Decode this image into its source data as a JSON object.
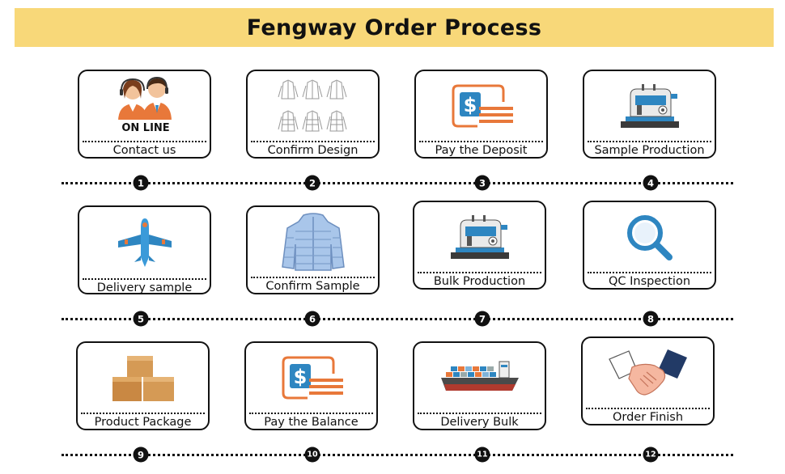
{
  "title": "Fengway Order Process",
  "steps": [
    {
      "number": "1",
      "label": "Contact us",
      "icon": "customer-service-icon",
      "icon_text": "ON LINE"
    },
    {
      "number": "2",
      "label": "Confirm Design",
      "icon": "jacket-sketches-icon"
    },
    {
      "number": "3",
      "label": "Pay the Deposit",
      "icon": "payment-card-icon"
    },
    {
      "number": "4",
      "label": "Sample Production",
      "icon": "sewing-machine-icon"
    },
    {
      "number": "5",
      "label": "Delivery sample",
      "icon": "airplane-icon"
    },
    {
      "number": "6",
      "label": "Confirm Sample",
      "icon": "puffer-jacket-icon"
    },
    {
      "number": "7",
      "label": "Bulk Production",
      "icon": "sewing-machine-icon"
    },
    {
      "number": "8",
      "label": "QC Inspection",
      "icon": "magnifier-icon"
    },
    {
      "number": "9",
      "label": "Product Package",
      "icon": "boxes-icon"
    },
    {
      "number": "10",
      "label": "Pay the Balance",
      "icon": "payment-card-icon"
    },
    {
      "number": "11",
      "label": "Delivery Bulk",
      "icon": "cargo-ship-icon"
    },
    {
      "number": "12",
      "label": "Order Finish",
      "icon": "handshake-icon"
    }
  ],
  "colors": {
    "title_bg": "#f8d879",
    "accent_blue": "#2e86c1",
    "accent_orange": "#e8783a"
  }
}
